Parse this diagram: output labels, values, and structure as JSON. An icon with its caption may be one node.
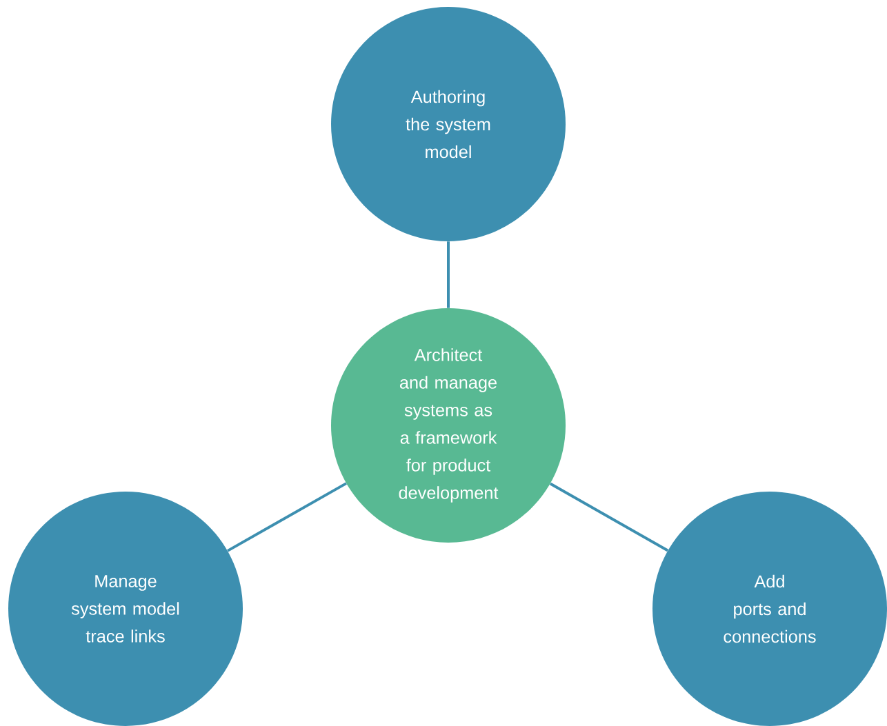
{
  "diagram": {
    "nodes": [
      {
        "text": [
          "Authoring the system model"
        ]
      },
      {
        "text": [
          "Architect and manage systems as a framework for product development"
        ]
      },
      {
        "text": [
          "Manage system model trace links"
        ]
      },
      {
        "text": [
          "Add ports and connections"
        ]
      }
    ],
    "edges": [
      {
        "from": 1,
        "to": 0,
        "arrow": "none"
      },
      {
        "from": 1,
        "to": 2,
        "arrow": "none"
      },
      {
        "from": 1,
        "to": 3,
        "arrow": "none"
      }
    ]
  }
}
